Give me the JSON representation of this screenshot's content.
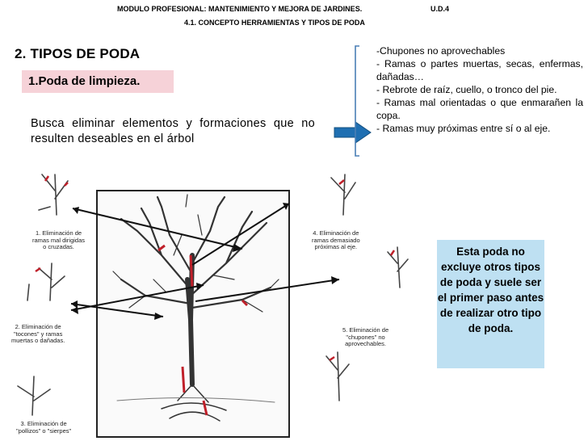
{
  "header": {
    "module": "MODULO PROFESIONAL: MANTENIMIENTO Y MEJORA DE JARDINES.",
    "unit": "U.D.4",
    "topic": "4.1. CONCEPTO HERRAMIENTAS Y TIPOS DE PODA"
  },
  "section_title": "2. TIPOS DE PODA",
  "subtitle": "1.Poda de limpieza.",
  "description": "Busca eliminar elementos y formaciones que no resulten deseables en el árbol",
  "list": [
    "-Chupones no aprovechables",
    "- Ramas o partes muertas, secas, enfermas, dañadas…",
    "- Rebrote de raíz, cuello,  o tronco del pie.",
    "-   Ramas mal orientadas o que enmarañen la copa.",
    "- Ramas muy próximas entre sí o al eje."
  ],
  "note": "Esta poda no excluye otros tipos de poda y suele ser el primer paso antes de realizar otro tipo de poda.",
  "captions": {
    "c1": "1. Eliminación de\nramas mal dirigidas\no cruzadas.",
    "c2": "2. Eliminación de\n\"tocones\" y ramas\nmuertas o dañadas.",
    "c3": "3. Eliminación de\n\"pollizos\" o \"sierpes\"",
    "c4": "4. Eliminación de\nramas demasiado\npróximas al eje.",
    "c5": "5. Eliminación de\n\"chupones\" no\naprovechables."
  },
  "colors": {
    "subtitle_bg": "#f6d2d8",
    "note_bg": "#bee0f2",
    "arrow": "#1f6fb2",
    "cut_marks": "#c0202a"
  }
}
